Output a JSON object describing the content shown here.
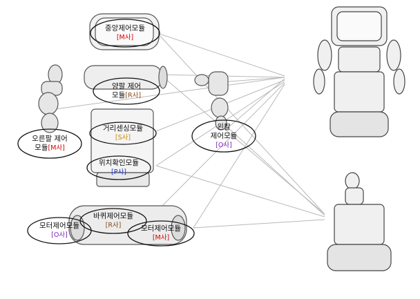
{
  "modules": {
    "central": {
      "name": "중앙제어모듈",
      "company": "[M사]",
      "company_color": "#d40000"
    },
    "both_arm": {
      "name_line1": "양팔 제어",
      "name_line2": "모듈",
      "company": "[R사]",
      "company_color": "#8a4b12"
    },
    "right_arm": {
      "name_line1": "오른팔 제어",
      "name_line2": "모듈",
      "company": "[M사]",
      "company_color": "#d40000"
    },
    "distance": {
      "name": "거리센싱모듈",
      "company": "[S사]",
      "company_color": "#c98a00"
    },
    "position": {
      "name": "위치확인모듈",
      "company": "[P사]",
      "company_color": "#1a2ec9"
    },
    "left_arm": {
      "name_line1": "왼팔",
      "name_line2": "제어모듈",
      "company": "[O사]",
      "company_color": "#7a1fb8"
    },
    "motor_left": {
      "name": "모터제어모듈",
      "company": "[O사]",
      "company_color": "#7a1fb8"
    },
    "wheel": {
      "name": "바퀴제어모듈",
      "company": "[R사]",
      "company_color": "#8a4b12"
    },
    "motor_right": {
      "name": "모터제어모듈",
      "company": "[M사]",
      "company_color": "#d40000"
    }
  }
}
